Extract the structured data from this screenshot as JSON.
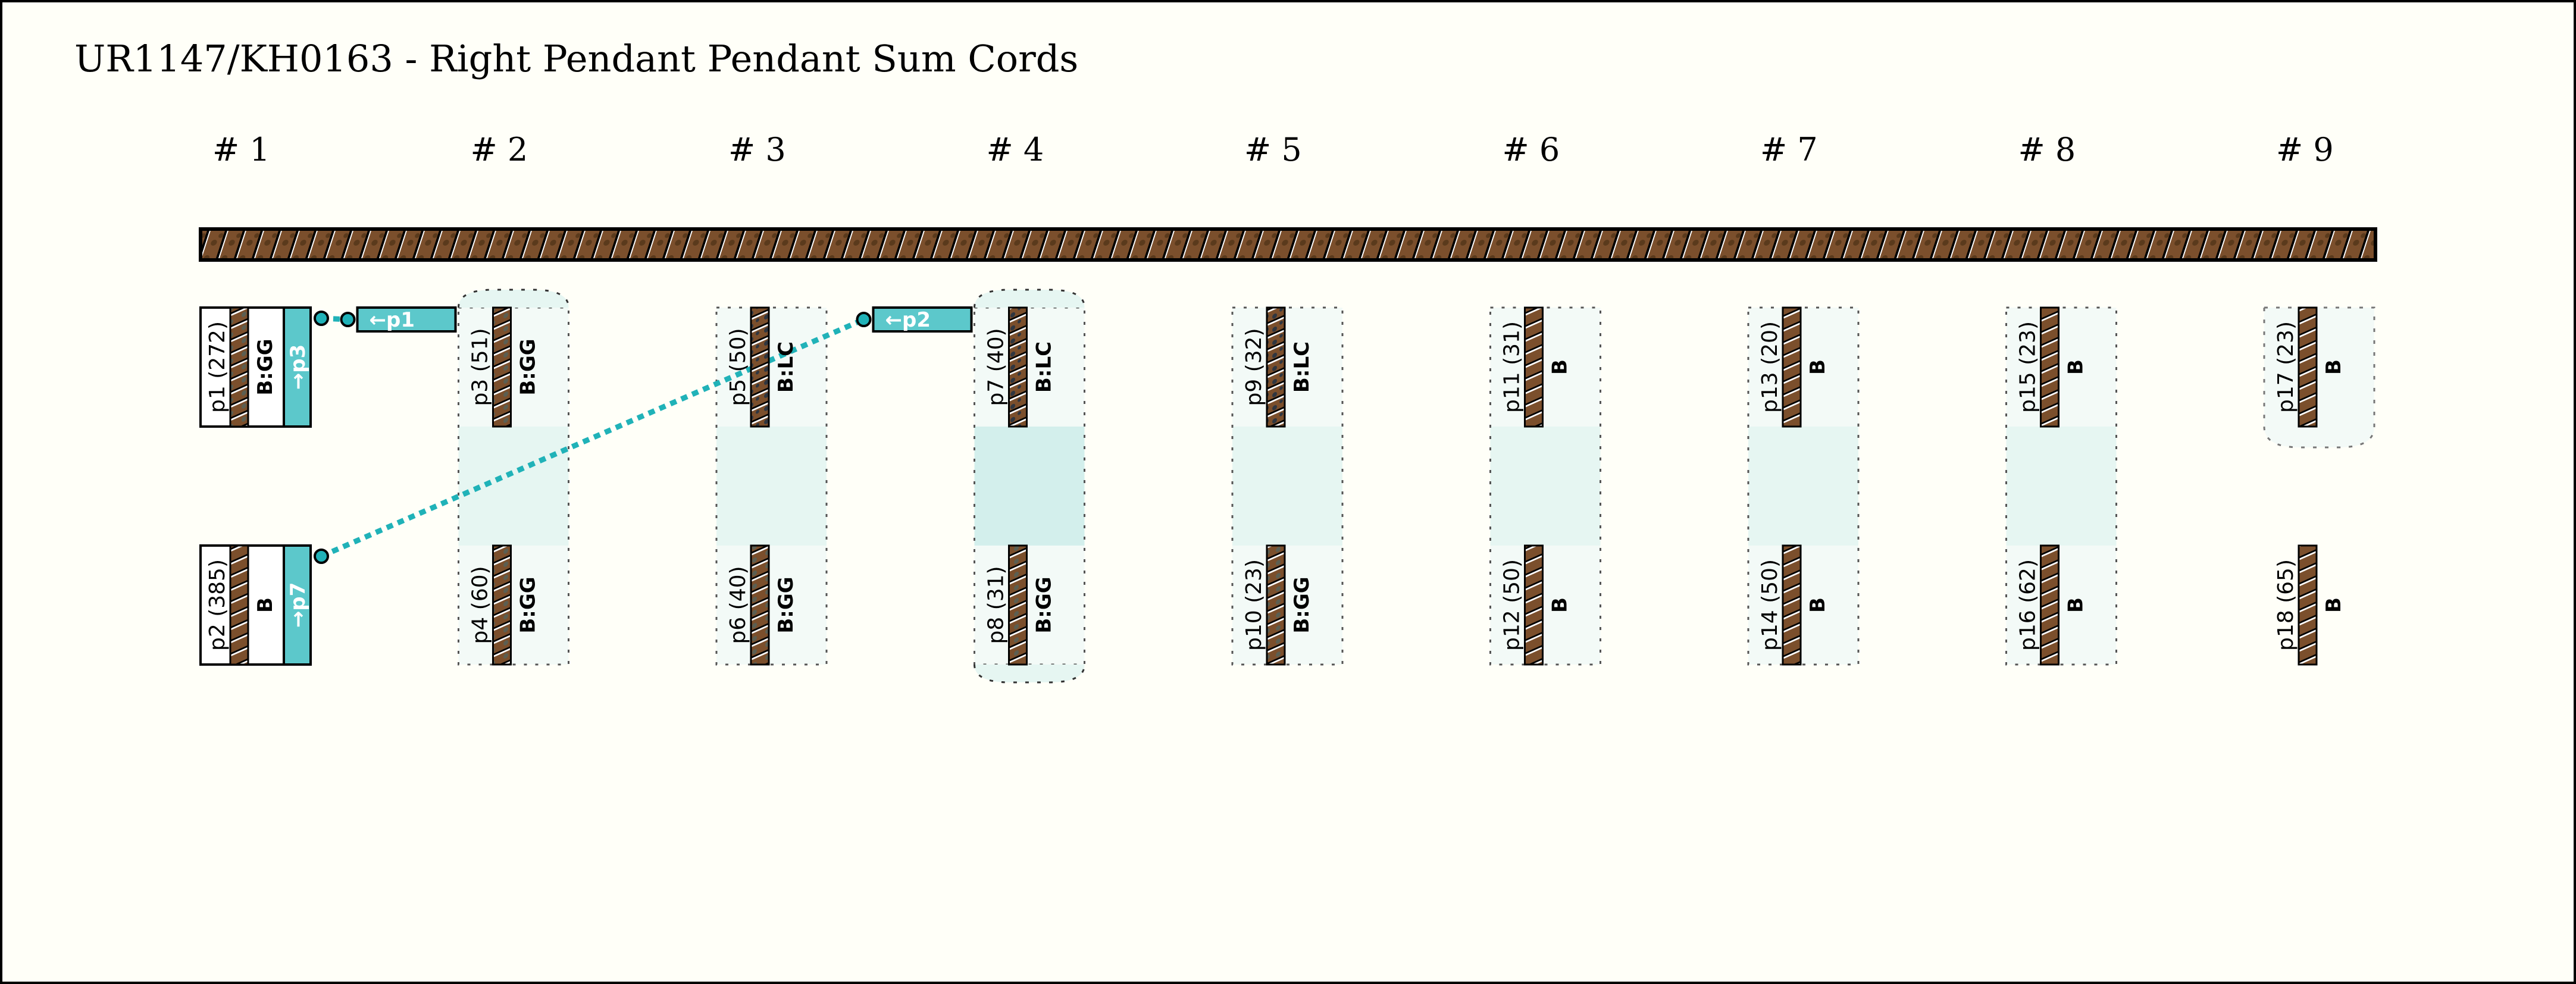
{
  "title": "UR1147/KH0163 - Right Pendant Pendant Sum Cords",
  "colors": {
    "background": "#fffff8",
    "cord_brown": "#7b4f2c",
    "cord_speck_dark": "#5a3a1c",
    "cord_speck_grey": "#5b5f52",
    "cord_speck_navy": "#2f3640",
    "sum_teal": "#5cc8cb",
    "link_teal": "#20b2b8",
    "group_fill": "#f3faf7",
    "group_fill_mid": "#e6f6f2",
    "group_fill_highlight": "#d3efec"
  },
  "groups": [
    {
      "label": "# 1"
    },
    {
      "label": "# 2"
    },
    {
      "label": "# 3"
    },
    {
      "label": "# 4"
    },
    {
      "label": "# 5"
    },
    {
      "label": "# 6"
    },
    {
      "label": "# 7"
    },
    {
      "label": "# 8"
    },
    {
      "label": "# 9"
    }
  ],
  "cords": [
    {
      "id": "p1",
      "label": "p1 (272)",
      "value": 272,
      "color": "B:GG",
      "group": 1,
      "row": "top",
      "pattern": "grey",
      "sum_label": "→p3"
    },
    {
      "id": "p2",
      "label": "p2 (385)",
      "value": 385,
      "color": "B",
      "group": 1,
      "row": "bottom",
      "pattern": "plain",
      "sum_label": "→p7"
    },
    {
      "id": "p3",
      "label": "p3 (51)",
      "value": 51,
      "color": "B:GG",
      "group": 2,
      "row": "top",
      "pattern": "grey"
    },
    {
      "id": "p4",
      "label": "p4 (60)",
      "value": 60,
      "color": "B:GG",
      "group": 2,
      "row": "bottom",
      "pattern": "grey"
    },
    {
      "id": "p5",
      "label": "p5 (50)",
      "value": 50,
      "color": "B:LC",
      "group": 3,
      "row": "top",
      "pattern": "navy"
    },
    {
      "id": "p6",
      "label": "p6 (40)",
      "value": 40,
      "color": "B:GG",
      "group": 3,
      "row": "bottom",
      "pattern": "grey"
    },
    {
      "id": "p7",
      "label": "p7 (40)",
      "value": 40,
      "color": "B:LC",
      "group": 4,
      "row": "top",
      "pattern": "navy"
    },
    {
      "id": "p8",
      "label": "p8 (31)",
      "value": 31,
      "color": "B:GG",
      "group": 4,
      "row": "bottom",
      "pattern": "grey"
    },
    {
      "id": "p9",
      "label": "p9 (32)",
      "value": 32,
      "color": "B:LC",
      "group": 5,
      "row": "top",
      "pattern": "navy"
    },
    {
      "id": "p10",
      "label": "p10 (23)",
      "value": 23,
      "color": "B:GG",
      "group": 5,
      "row": "bottom",
      "pattern": "grey"
    },
    {
      "id": "p11",
      "label": "p11 (31)",
      "value": 31,
      "color": "B",
      "group": 6,
      "row": "top",
      "pattern": "plain"
    },
    {
      "id": "p12",
      "label": "p12 (50)",
      "value": 50,
      "color": "B",
      "group": 6,
      "row": "bottom",
      "pattern": "plain"
    },
    {
      "id": "p13",
      "label": "p13 (20)",
      "value": 20,
      "color": "B",
      "group": 7,
      "row": "top",
      "pattern": "plain"
    },
    {
      "id": "p14",
      "label": "p14 (50)",
      "value": 50,
      "color": "B",
      "group": 7,
      "row": "bottom",
      "pattern": "plain"
    },
    {
      "id": "p15",
      "label": "p15 (23)",
      "value": 23,
      "color": "B",
      "group": 8,
      "row": "top",
      "pattern": "plain"
    },
    {
      "id": "p16",
      "label": "p16 (62)",
      "value": 62,
      "color": "B",
      "group": 8,
      "row": "bottom",
      "pattern": "plain"
    },
    {
      "id": "p17",
      "label": "p17 (23)",
      "value": 23,
      "color": "B",
      "group": 9,
      "row": "top",
      "pattern": "plain"
    },
    {
      "id": "p18",
      "label": "p18 (65)",
      "value": 65,
      "color": "B",
      "group": 9,
      "row": "bottom",
      "pattern": "plain"
    }
  ],
  "sum_links": [
    {
      "from": "p1",
      "to": "p3",
      "target_label": "←p1"
    },
    {
      "from": "p2",
      "to": "p7",
      "target_label": "←p2"
    }
  ]
}
